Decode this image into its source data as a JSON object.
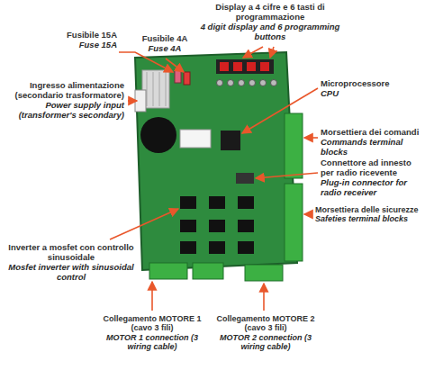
{
  "diagram": {
    "labels": [
      "Fusibile 15A",
      "Fuse 15A",
      "Fusibile 4A",
      "Fuse 4A",
      "Display a 4 cifre e 6 tasti di programmazione",
      "4 digit display and 6 programming buttons",
      "Ingresso alimentazione (secondario trasformatore)",
      "Power supply input (transformer's secondary)",
      "Microprocessore",
      "CPU",
      "Morsettiera dei comandi",
      "Commands terminal blocks",
      "Connettore ad innesto per radio ricevente",
      "Plug-in connector for radio receiver",
      "Morsettiera delle sicurezze",
      "Safeties terminal blocks",
      "Inverter a mosfet con controllo sinusoidale",
      "Mosfet inverter with sinusoidal control",
      "Collegamento MOTORE 1 (cavo 3 fili)",
      "MOTOR 1 connection (3 wiring cable)",
      "Collegamento MOTORE 2 (cavo 3 fili)",
      "MOTOR 2 connection (3 wiring cable)"
    ]
  }
}
